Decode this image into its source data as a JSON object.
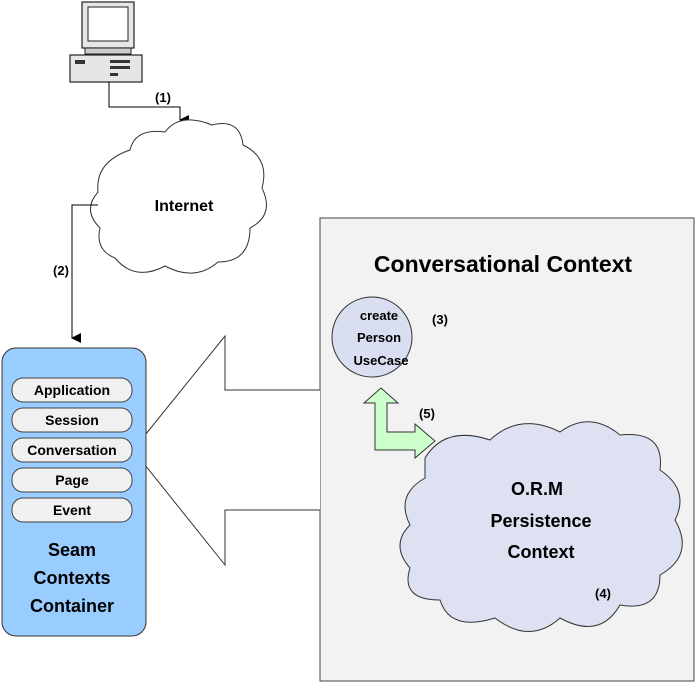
{
  "steps": {
    "s1": "(1)",
    "s2": "(2)",
    "s3": "(3)",
    "s4": "(4)",
    "s5": "(5)"
  },
  "internet_label": "Internet",
  "conversational_context": {
    "title": "Conversational Context",
    "usecase_lines": [
      "create",
      "Person",
      "UseCase"
    ],
    "orm_lines": [
      "O.R.M",
      "Persistence",
      "Context"
    ]
  },
  "seam_container": {
    "scopes": [
      "Application",
      "Session",
      "Conversation",
      "Page",
      "Event"
    ],
    "label_lines": [
      "Seam",
      "Contexts",
      "Container"
    ]
  },
  "colors": {
    "container_fill": "#99ccff",
    "context_box_fill": "#f2f2f2",
    "circle_fill": "#d9dff0",
    "orm_cloud_fill": "#dde1f2",
    "arrow_green": "#ccffcc"
  }
}
